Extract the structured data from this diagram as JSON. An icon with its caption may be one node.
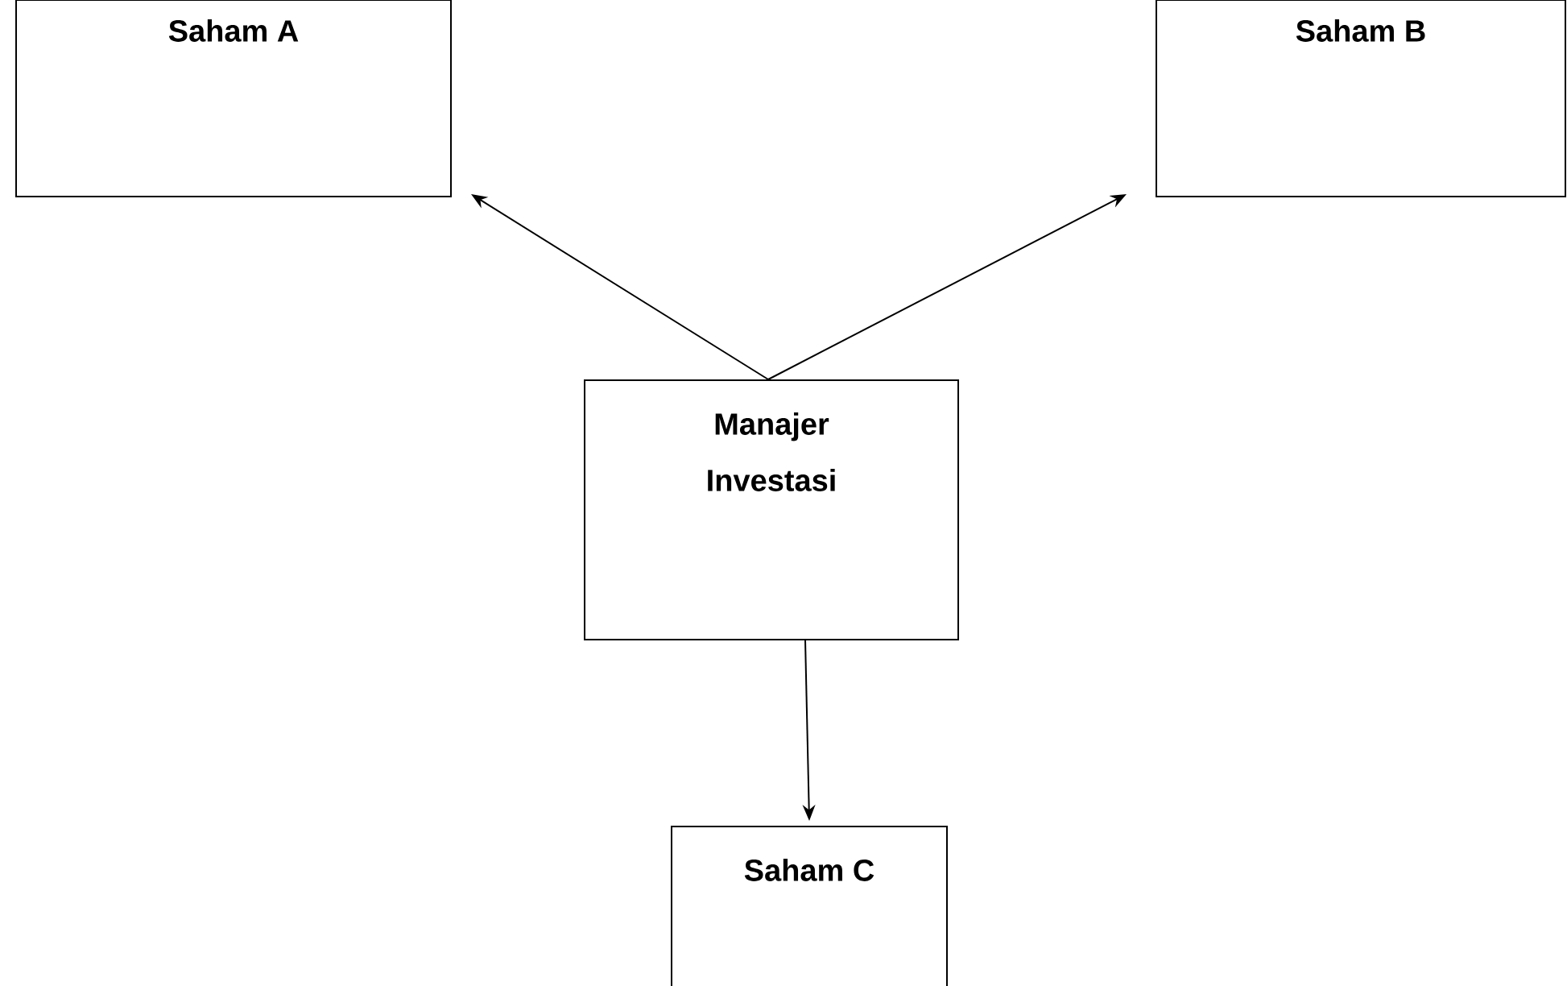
{
  "diagram": {
    "nodes": [
      {
        "text": [
          "Saham A"
        ]
      },
      {
        "text": [
          "Saham B"
        ]
      },
      {
        "text": [
          "Manajer Investasi"
        ]
      },
      {
        "text": [
          "Saham C"
        ]
      }
    ],
    "edges": [
      {
        "from": 2,
        "to": 0,
        "arrow": "to"
      },
      {
        "from": 2,
        "to": 1,
        "arrow": "to"
      },
      {
        "from": 2,
        "to": 3,
        "arrow": "to"
      }
    ]
  }
}
